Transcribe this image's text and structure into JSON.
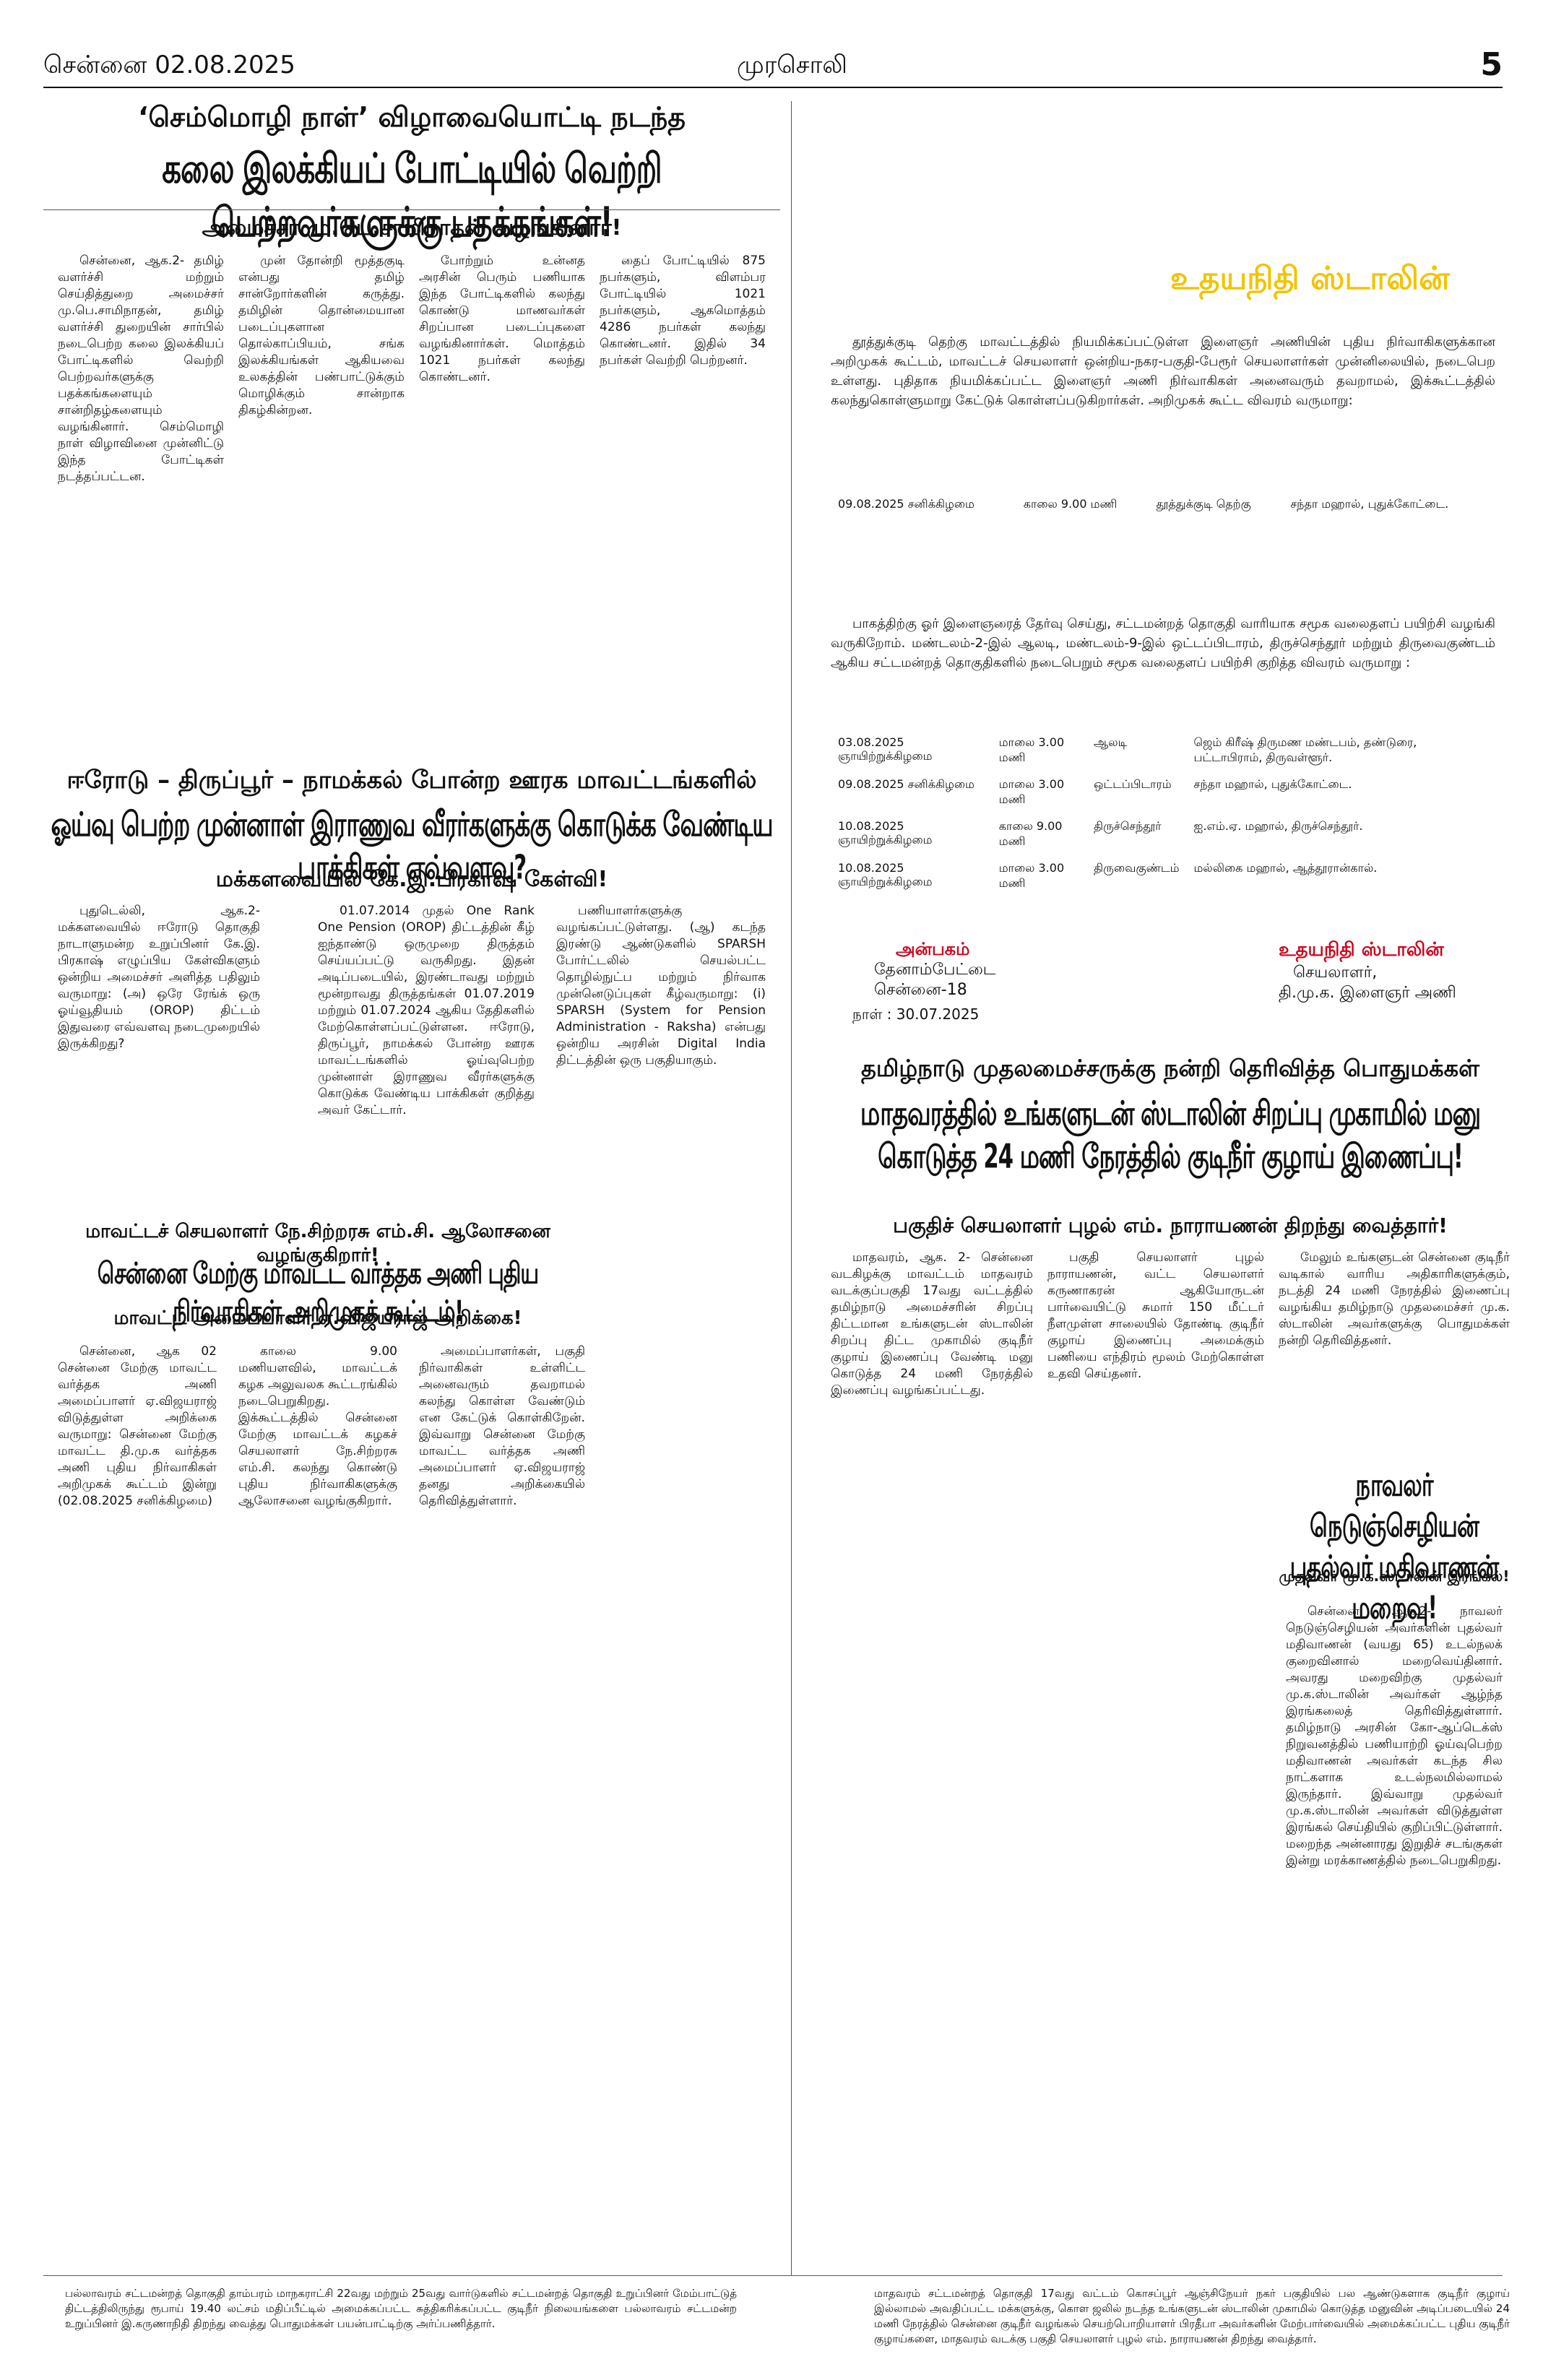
{
  "masthead": {
    "date": "சென்னை 02.08.2025",
    "paper": "முரசொலி",
    "page": "5"
  },
  "story1": {
    "kicker": "‘செம்மொழி நாள்’ விழாவையொட்டி நடந்த",
    "headline": "கலை இலக்கியப் போட்டியில் வெற்றி பெற்றவர்களுக்கு பதக்கங்கள்!",
    "strap": "அமைச்சர் மு.பெ.சாமிநாதன் வழங்கினார்!",
    "col1": "சென்னை, ஆக.2- தமிழ் வளர்ச்சி மற்றும் செய்தித்துறை அமைச்சர் மு.பெ.சாமிநாதன், தமிழ் வளர்ச்சி துறையின் சார்பில் நடைபெற்ற கலை இலக்கியப் போட்டிகளில் வெற்றி பெற்றவர்களுக்கு பதக்கங்களையும் சான்றிதழ்களையும் வழங்கினார். செம்மொழி நாள் விழாவினை முன்னிட்டு இந்த போட்டிகள் நடத்தப்பட்டன.",
    "col2": "முன் தோன்றி மூத்தகுடி என்பது தமிழ் சான்றோர்களின் கருத்து. தமிழின் தொன்மையான படைப்புகளான தொல்காப்பியம், சங்க இலக்கியங்கள் ஆகியவை உலகத்தின் பண்பாட்டுக்கும் மொழிக்கும் சான்றாக திகழ்கின்றன.",
    "col3": "போற்றும் உன்னத அரசின் பெரும் பணியாக இந்த போட்டிகளில் கலந்து கொண்டு மாணவர்கள் சிறப்பான படைப்புகளை வழங்கினார்கள். மொத்தம் 1021 நபர்கள் கலந்து கொண்டனர்.",
    "col4": "தைப் போட்டியில் 875 நபர்களும், விளம்பர போட்டியில் 1021 நபர்களும், ஆகமொத்தம் 4286 நபர்கள் கலந்து கொண்டனர். இதில் 34 நபர்கள் வெற்றி பெற்றனர்."
  },
  "ad1": {
    "name": "உதயநிதி ஸ்டாலின்",
    "intro": "தூத்துக்குடி தெற்கு மாவட்டத்தில் நியமிக்கப்பட்டுள்ள இளைஞர் அணியின் புதிய நிர்வாகிகளுக்கான அறிமுகக் கூட்டம், மாவட்டச் செயலாளர் ஒன்றிய-நகர-பகுதி-பேரூர் செயலாளர்கள் முன்னிலையில், நடைபெற உள்ளது. புதிதாக நியமிக்கப்பட்ட இளைஞர் அணி நிர்வாகிகள் அனைவரும் தவறாமல், இக்கூட்டத்தில் கலந்துகொள்ளுமாறு கேட்டுக் கொள்ளப்படுகிறார்கள். அறிமுகக் கூட்ட விவரம் வருமாறு:",
    "row1": [
      "09.08.2025 சனிக்கிழமை",
      "காலை 9.00 மணி",
      "தூத்துக்குடி தெற்கு",
      "சந்தா மஹால், புதுக்கோட்டை."
    ],
    "intro2": "பாகத்திற்கு ஓர் இளைஞரைத் தேர்வு செய்து, சட்டமன்றத் தொகுதி வாரியாக சமூக வலைதளப் பயிற்சி வழங்கி வருகிறோம். மண்டலம்-2-இல் ஆலடி, மண்டலம்-9-இல் ஒட்டப்பிடாரம், திருச்செந்தூர் மற்றும் திருவைகுண்டம் ஆகிய சட்டமன்றத் தொகுதிகளில் நடைபெறும் சமூக வலைதளப் பயிற்சி குறித்த விவரம் வருமாறு :",
    "rows": [
      [
        "03.08.2025 ஞாயிற்றுக்கிழமை",
        "மாலை 3.00 மணி",
        "ஆலடி",
        "ஜெம் கிரீஷ் திருமண மண்டபம், தண்டுரை, பட்டாபிராம், திருவள்ளூர்."
      ],
      [
        "09.08.2025 சனிக்கிழமை",
        "மாலை 3.00 மணி",
        "ஒட்டப்பிடாரம்",
        "சந்தா மஹால், புதுக்கோட்டை."
      ],
      [
        "10.08.2025 ஞாயிற்றுக்கிழமை",
        "காலை 9.00 மணி",
        "திருச்செந்தூர்",
        "ஐ.எம்.ஏ. மஹால், திருச்செந்தூர்."
      ],
      [
        "10.08.2025 ஞாயிற்றுக்கிழமை",
        "மாலை 3.00 மணி",
        "திருவைகுண்டம்",
        "மல்லிகை மஹால், ஆத்தூரான்கால்."
      ]
    ],
    "sign_left_label": "அன்பகம்",
    "sign_left_1": "தேனாம்பேட்டை",
    "sign_left_2": "சென்னை-18",
    "sign_left_date": "நாள் : 30.07.2025",
    "sign_right_name": "உதயநிதி ஸ்டாலின்",
    "sign_right_1": "செயலாளர்,",
    "sign_right_2": "தி.மு.க. இளைஞர் அணி"
  },
  "story2": {
    "kicker": "ஈரோடு – திருப்பூர் – நாமக்கல் போன்ற ஊரக மாவட்டங்களில்",
    "headline": "ஓய்வு பெற்ற முன்னாள் இராணுவ வீரர்களுக்கு கொடுக்க வேண்டிய பாக்கிகள் எவ்வளவு?",
    "strap": "மக்களவையில் கே.இ.பிரகாஷ் கேள்வி!",
    "col1": "புதுடெல்லி, ஆக.2- மக்களவையில் ஈரோடு தொகுதி நாடாளுமன்ற உறுப்பினர் கே.இ. பிரகாஷ் எழுப்பிய கேள்விகளும் ஒன்றிய அமைச்சர் அளித்த பதிலும் வருமாறு: (அ) ஒரே ரேங்க் ஒரு ஓய்வூதியம் (OROP) திட்டம் இதுவரை எவ்வளவு நடைமுறையில் இருக்கிறது?",
    "col2": "01.07.2014 முதல் One Rank One Pension (OROP) திட்டத்தின் கீழ் ஐந்தாண்டு ஒருமுறை திருத்தம் செய்யப்பட்டு வருகிறது. இதன் அடிப்படையில், இரண்டாவது மற்றும் மூன்றாவது திருத்தங்கள் 01.07.2019 மற்றும் 01.07.2024 ஆகிய தேதிகளில் மேற்கொள்ளப்பட்டுள்ளன. ஈரோடு, திருப்பூர், நாமக்கல் போன்ற ஊரக மாவட்டங்களில் ஓய்வுபெற்ற முன்னாள் இராணுவ வீரர்களுக்கு கொடுக்க வேண்டிய பாக்கிகள் குறித்து அவர் கேட்டார்.",
    "col3": "பணியாளர்களுக்கு வழங்கப்பட்டுள்ளது. (ஆ) கடந்த இரண்டு ஆண்டுகளில் SPARSH போர்ட்டலில் செயல்பட்ட தொழில்நுட்ப மற்றும் நிர்வாக முன்னெடுப்புகள் கீழ்வருமாறு: (i) SPARSH (System for Pension Administration - Raksha) என்பது ஒன்றிய அரசின் Digital India திட்டத்தின் ஒரு பகுதியாகும்."
  },
  "story3": {
    "kicker": "மாவட்டச் செயலாளர் நே.சிற்றரசு எம்.சி. ஆலோசனை வழங்குகிறார்!",
    "headline": "சென்னை மேற்கு மாவட்ட வர்த்தக அணி புதிய நிர்வாகிகள் அறிமுகக் கூட்டம்!",
    "strap": "மாவட்ட அமைப்பாளர் ஏ.விஜயராஜ் அறிக்கை!",
    "col1": "சென்னை, ஆக 02 சென்னை மேற்கு மாவட்ட வர்த்தக அணி அமைப்பாளர் ஏ.விஜயராஜ் விடுத்துள்ள அறிக்கை வருமாறு: சென்னை மேற்கு மாவட்ட தி.மு.க வர்த்தக அணி புதிய நிர்வாகிகள் அறிமுகக் கூட்டம் இன்று (02.08.2025 சனிக்கிழமை)",
    "col2": "காலை 9.00 மணியளவில், மாவட்டக் கழக அலுவலக கூட்டரங்கில் நடைபெறுகிறது. இக்கூட்டத்தில் சென்னை மேற்கு மாவட்டக் கழகச் செயலாளர் நே.சிற்றரசு எம்.சி. கலந்து கொண்டு புதிய நிர்வாகிகளுக்கு ஆலோசனை வழங்குகிறார்.",
    "col3": "அமைப்பாளர்கள், பகுதி நிர்வாகிகள் உள்ளிட்ட அனைவரும் தவறாமல் கலந்து கொள்ள வேண்டும் என கேட்டுக் கொள்கிறேன். இவ்வாறு சென்னை மேற்கு மாவட்ட வர்த்தக அணி அமைப்பாளர் ஏ.விஜயராஜ் தனது அறிக்கையில் தெரிவித்துள்ளார்."
  },
  "story4": {
    "kicker": "தமிழ்நாடு முதலமைச்சருக்கு நன்றி தெரிவித்த பொதுமக்கள்",
    "headline": "மாதவரத்தில் உங்களுடன் ஸ்டாலின் சிறப்பு முகாமில் மனு கொடுத்த 24 மணி நேரத்தில் குடிநீர் குழாய் இணைப்பு!",
    "strap": "பகுதிச் செயலாளர் புழல் எம். நாராயணன் திறந்து வைத்தார்!",
    "col1": "மாதவரம், ஆக. 2- சென்னை வடகிழக்கு மாவட்டம் மாதவரம் வடக்குப்பகுதி 17வது வட்டத்தில் தமிழ்நாடு அமைச்சரின் சிறப்பு திட்டமான உங்களுடன் ஸ்டாலின் சிறப்பு திட்ட முகாமில் குடிநீர் குழாய் இணைப்பு வேண்டி மனு கொடுத்த 24 மணி நேரத்தில் இணைப்பு வழங்கப்பட்டது.",
    "col2": "பகுதி செயலாளர் புழல் நாராயணன், வட்ட செயலாளர் கருணாகரன் ஆகியோருடன் பார்வையிட்டு சுமார் 150 மீட்டர் நீளமுள்ள சாலையில் தோண்டி குடிநீர் குழாய் இணைப்பு அமைக்கும் பணியை எந்திரம் மூலம் மேற்கொள்ள உதவி செய்தனர்.",
    "col3": "மேலும் உங்களுடன் சென்னை குடிநீர் வடிகால் வாரிய அதிகாரிகளுக்கும், நடத்தி 24 மணி நேரத்தில் இணைப்பு வழங்கிய தமிழ்நாடு முதலமைச்சர் மு.க. ஸ்டாலின் அவர்களுக்கு பொதுமக்கள் நன்றி தெரிவித்தனர்."
  },
  "story5": {
    "headline": "நாவலர் நெடுஞ்செழியன் புதல்வர் மதிவாணன் மறைவு!",
    "strap": "முதல்வர் மு.க.ஸ்டாலின் இரங்கல்!",
    "body": "சென்னை, ஆக.2- நாவலர் நெடுஞ்செழியன் அவர்களின் புதல்வர் மதிவாணன் (வயது 65) உடல்நலக் குறைவினால் மறைவெய்தினார். அவரது மறைவிற்கு முதல்வர் மு.க.ஸ்டாலின் அவர்கள் ஆழ்ந்த இரங்கலைத் தெரிவித்துள்ளார். தமிழ்நாடு அரசின் கோ-ஆப்டெக்ஸ் நிறுவனத்தில் பணியாற்றி ஓய்வுபெற்ற மதிவாணன் அவர்கள் கடந்த சில நாட்களாக உடல்நலமில்லாமல் இருந்தார். இவ்வாறு முதல்வர் மு.க.ஸ்டாலின் அவர்கள் விடுத்துள்ள இரங்கல் செய்தியில் குறிப்பிட்டுள்ளார். மறைந்த அன்னாரது இறுதிச் சடங்குகள் இன்று மரக்காணத்தில் நடைபெறுகிறது."
  },
  "footer": {
    "left": "பல்லாவரம் சட்டமன்றத் தொகுதி தாம்பரம் மாநகராட்சி 22வது மற்றும் 25வது வார்டுகளில் சட்டமன்றத் தொகுதி உறுப்பினர் மேம்பாட்டுத் திட்டத்திலிருந்து ரூபாய் 19.40 லட்சம் மதிப்பீட்டில் அமைக்கப்பட்ட சுத்திகரிக்கப்பட்ட குடிநீர் நிலையங்களை பல்லாவரம் சட்டமன்ற உறுப்பினர் இ.கருணாநிதி திறந்து வைத்து பொதுமக்கள் பயன்பாட்டிற்கு அர்ப்பணித்தார்.",
    "right": "மாதவரம் சட்டமன்றத் தொகுதி 17வது வட்டம் கொசப்பூர் ஆஞ்சிநேயர் நகர் பகுதியில் பல ஆண்டுகளாக குடிநீர் குழாய் இல்லாமல் அவதிப்பட்ட மக்களுக்கு, கொள ஜலில் நடந்த உங்களுடன் ஸ்டாலின் முகாமில் கொடுத்த மனுவின் அடிப்படையில் 24 மணி நேரத்தில் சென்னை குடிநீர் வழங்கல் செயற்பொறியாளர் பிரதீபா அவர்களின் மேற்பார்வையில் அமைக்கப்பட்ட புதிய குடிநீர் குழாய்களை, மாதவரம் வடக்கு பகுதி செயலாளர் புழல் எம். நாராயணன் திறந்து வைத்தார்."
  }
}
